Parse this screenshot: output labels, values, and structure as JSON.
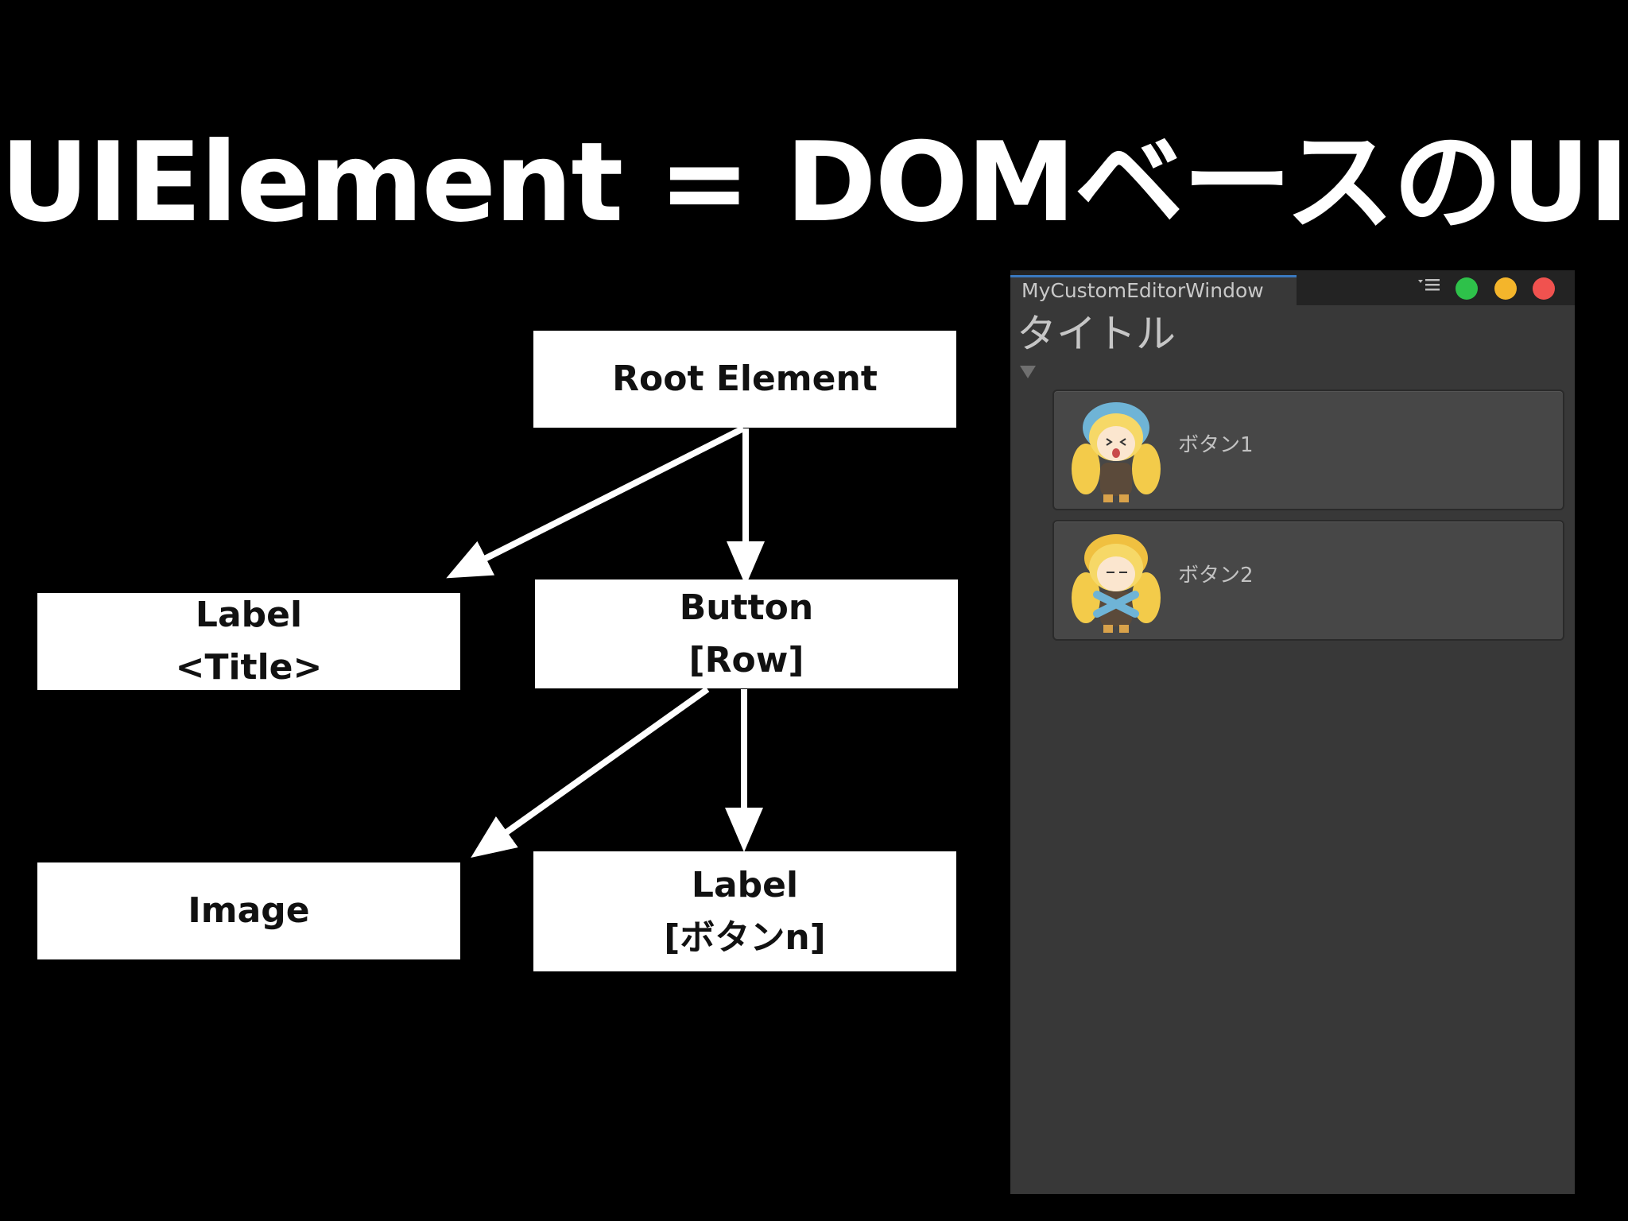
{
  "slide": {
    "title": "UIElement = DOMベースのUI"
  },
  "diagram": {
    "nodes": [
      {
        "id": "root",
        "line1": "Root Element",
        "line2": ""
      },
      {
        "id": "label_title",
        "line1": "Label",
        "line2": "<Title>"
      },
      {
        "id": "button_row",
        "line1": "Button",
        "line2": "[Row]"
      },
      {
        "id": "image",
        "line1": "Image",
        "line2": ""
      },
      {
        "id": "label_button",
        "line1": "Label",
        "line2": "[ボタンn]"
      }
    ],
    "edges": [
      {
        "from": "root",
        "to": "label_title"
      },
      {
        "from": "root",
        "to": "button_row"
      },
      {
        "from": "button_row",
        "to": "image"
      },
      {
        "from": "button_row",
        "to": "label_button"
      }
    ]
  },
  "editor": {
    "tab_label": "MyCustomEditorWindow",
    "title": "タイトル",
    "buttons": [
      {
        "label": "ボタン1"
      },
      {
        "label": "ボタン2"
      }
    ],
    "colors": {
      "window_bg": "#383838",
      "tab_accent": "#3a79bf",
      "close": "#f0524f",
      "minimize": "#f4b52b",
      "maximize": "#2ec14a"
    }
  }
}
